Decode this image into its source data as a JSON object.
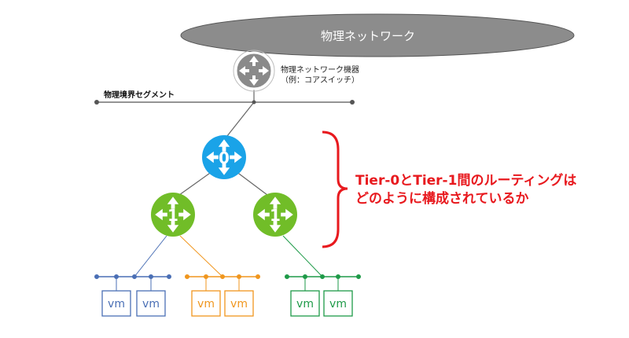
{
  "physical_network": {
    "cloud_label": "物理ネットワーク",
    "device_label_line1": "物理ネットワーク機器",
    "device_label_line2": "（例：コアスイッチ）"
  },
  "segment": {
    "label": "物理境界セグメント"
  },
  "routers": {
    "tier0_number": "0",
    "tier1_left_number": "1",
    "tier1_right_number": "1"
  },
  "vm_groups": [
    {
      "color": "#4a6fb5",
      "vms": [
        "vm",
        "vm"
      ]
    },
    {
      "color": "#f0961e",
      "vms": [
        "vm",
        "vm"
      ]
    },
    {
      "color": "#1e9a48",
      "vms": [
        "vm",
        "vm"
      ]
    }
  ],
  "question": {
    "line1": "Tier-0とTier-1間のルーティングは",
    "line2": "どのように構成されているか"
  },
  "colors": {
    "cloud_fill": "#8c8c8c",
    "physical_router": "#8a8a8a",
    "tier0": "#1aa3e8",
    "tier1": "#71bd28",
    "question_red": "#e8191e"
  }
}
